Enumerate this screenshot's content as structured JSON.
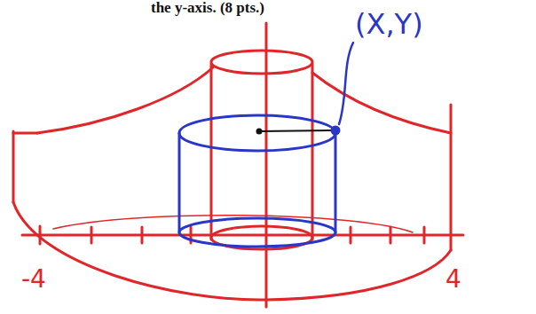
{
  "diagram": {
    "labels": [
      "the y-axis. (8 pts.)",
      "(X,Y)",
      "-4",
      "4"
    ]
  }
}
